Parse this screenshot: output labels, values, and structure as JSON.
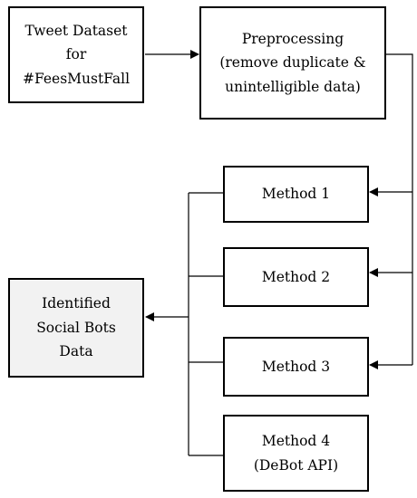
{
  "colors": {
    "stroke": "#000000",
    "box_fill": "#ffffff",
    "result_fill": "#f2f2f2"
  },
  "nodes": {
    "dataset": {
      "lines": [
        "Tweet Dataset",
        "for",
        "#FeesMustFall"
      ]
    },
    "preprocessing": {
      "lines": [
        "Preprocessing",
        "(remove duplicate &",
        "unintelligible data)"
      ]
    },
    "method1": {
      "lines": [
        "Method 1"
      ]
    },
    "method2": {
      "lines": [
        "Method 2"
      ]
    },
    "method3": {
      "lines": [
        "Method 3"
      ]
    },
    "method4": {
      "lines": [
        "Method 4",
        "(DeBot API)"
      ]
    },
    "result": {
      "lines": [
        "Identified",
        "Social Bots",
        "Data"
      ]
    }
  },
  "edges": [
    {
      "from": "dataset",
      "to": "preprocessing"
    },
    {
      "from": "preprocessing",
      "to": "method1"
    },
    {
      "from": "preprocessing",
      "to": "method2"
    },
    {
      "from": "preprocessing",
      "to": "method3"
    },
    {
      "from": "method1",
      "to": "result"
    },
    {
      "from": "method2",
      "to": "result"
    },
    {
      "from": "method3",
      "to": "result"
    },
    {
      "from": "method4",
      "to": "result"
    }
  ]
}
